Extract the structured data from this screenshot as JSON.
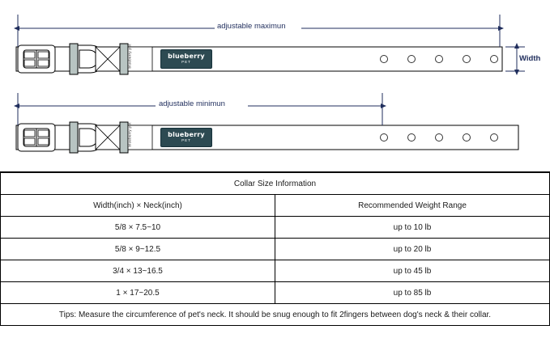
{
  "diagram": {
    "label_adjustable_maximum": "adjustable maximun",
    "label_adjustable_minimum": "adjustable minimun",
    "label_width": "Width",
    "brand_name": "blueberry",
    "brand_sub": "PET",
    "strap_text": "blueberry pet",
    "accent_color": "#1f2d5c",
    "tag_color": "#2d4a52"
  },
  "table": {
    "title": "Collar Size Information",
    "columns": [
      "Width(inch) × Neck(inch)",
      "Recommended Weight Range"
    ],
    "rows": [
      [
        "5/8 × 7.5~10",
        "up to 10 lb"
      ],
      [
        "5/8 × 9~12.5",
        "up to 20 lb"
      ],
      [
        "3/4 × 13~16.5",
        "up to 45 lb"
      ],
      [
        "1 × 17~20.5",
        "up to 85 lb"
      ]
    ],
    "tips": "Tips: Measure the circumference of pet's neck. It should be snug enough to fit 2fingers between dog's neck & their collar."
  }
}
